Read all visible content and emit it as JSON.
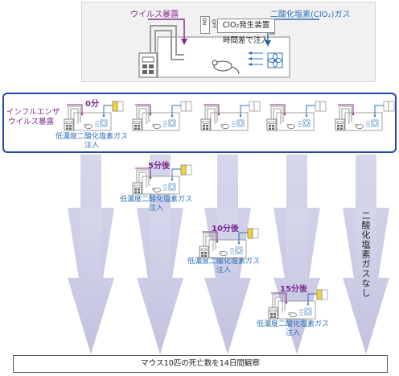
{
  "top": {
    "virus_label": "ウイルス暴露",
    "gas_label": "二酸化塩素(ClO₂)ガス",
    "switch_on": "ON",
    "switch_off": "OFF",
    "generator_label": "ClO₂発生装置",
    "timing_label": "時間差で注入"
  },
  "middle": {
    "flu_line1": "インフルエンザ",
    "flu_line2": "ウイルス暴露",
    "time0": "0分",
    "caption_line1": "低濃度二酸化塩素ガス",
    "caption_line2": "注入"
  },
  "steps": [
    {
      "time": "5分後",
      "caption_line1": "低濃度二酸化塩素ガス",
      "caption_line2": "注入"
    },
    {
      "time": "10分後",
      "caption_line1": "低濃度二酸化塩素ガス",
      "caption_line2": "注入"
    },
    {
      "time": "15分後",
      "caption_line1": "低濃度二酸化塩素ガス",
      "caption_line2": "注入"
    }
  ],
  "no_gas_label": "二酸化塩素ガスなし",
  "bottom_label": "マウス10匹の死亡数を14日間観察",
  "colors": {
    "arrow": "#c9c9e3",
    "purple": "#8b2d8b",
    "blue": "#2a73b8",
    "border_blue": "#1f4aa8",
    "switch_on": "#f5d23a"
  }
}
